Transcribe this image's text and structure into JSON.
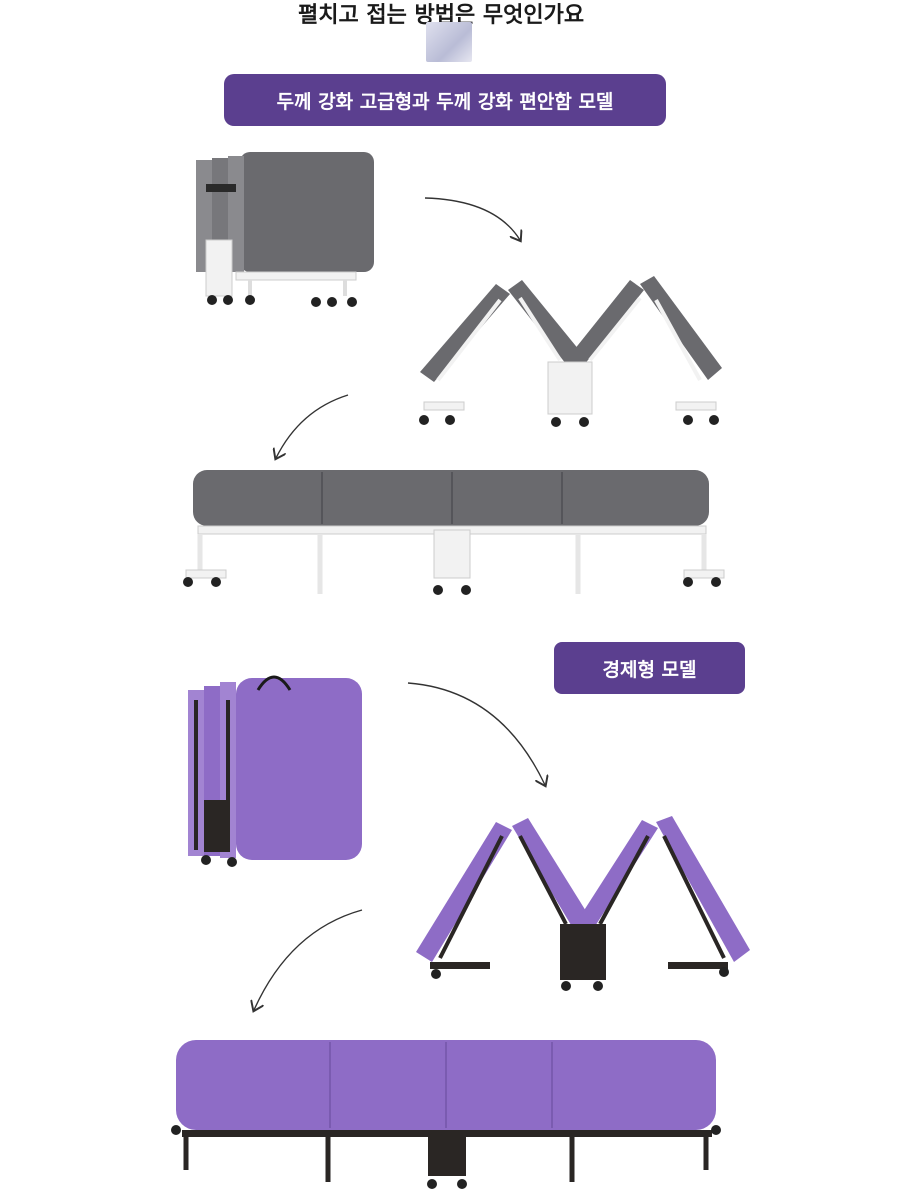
{
  "header": {
    "title": "펼치고 접는 방법은 무엇인가요"
  },
  "sections": {
    "premium": {
      "label": "두께 강화 고급형과 두께 강화 편안함 모델",
      "color": "#5b3f8f",
      "cushion_color": "#6a6a6e",
      "frame_color": "#f2f2f2"
    },
    "economy": {
      "label": "경제형 모델",
      "color": "#5b3f8f",
      "cushion_color": "#8e6cc6",
      "frame_color": "#2a2624"
    }
  }
}
